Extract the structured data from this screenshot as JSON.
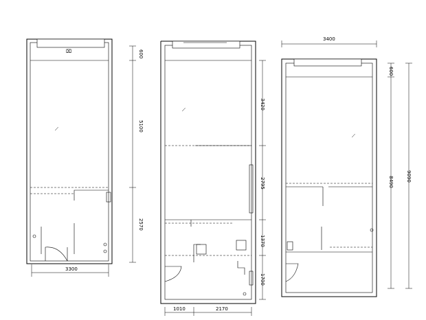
{
  "plans": [
    {
      "name": "plan-1",
      "dimensions": {
        "width_bottom": "3300",
        "right_segments": [
          "600",
          "5100",
          "2570"
        ]
      }
    },
    {
      "name": "plan-2",
      "dimensions": {
        "right_segments": [
          "3420",
          "2795",
          "1370",
          "1700"
        ],
        "bottom_segments": [
          "1010",
          "2170"
        ]
      }
    },
    {
      "name": "plan-3",
      "dimensions": {
        "width_top": "3400",
        "right_inner_segments": [
          "600",
          "8490"
        ],
        "right_outer_total": "9090"
      }
    }
  ]
}
